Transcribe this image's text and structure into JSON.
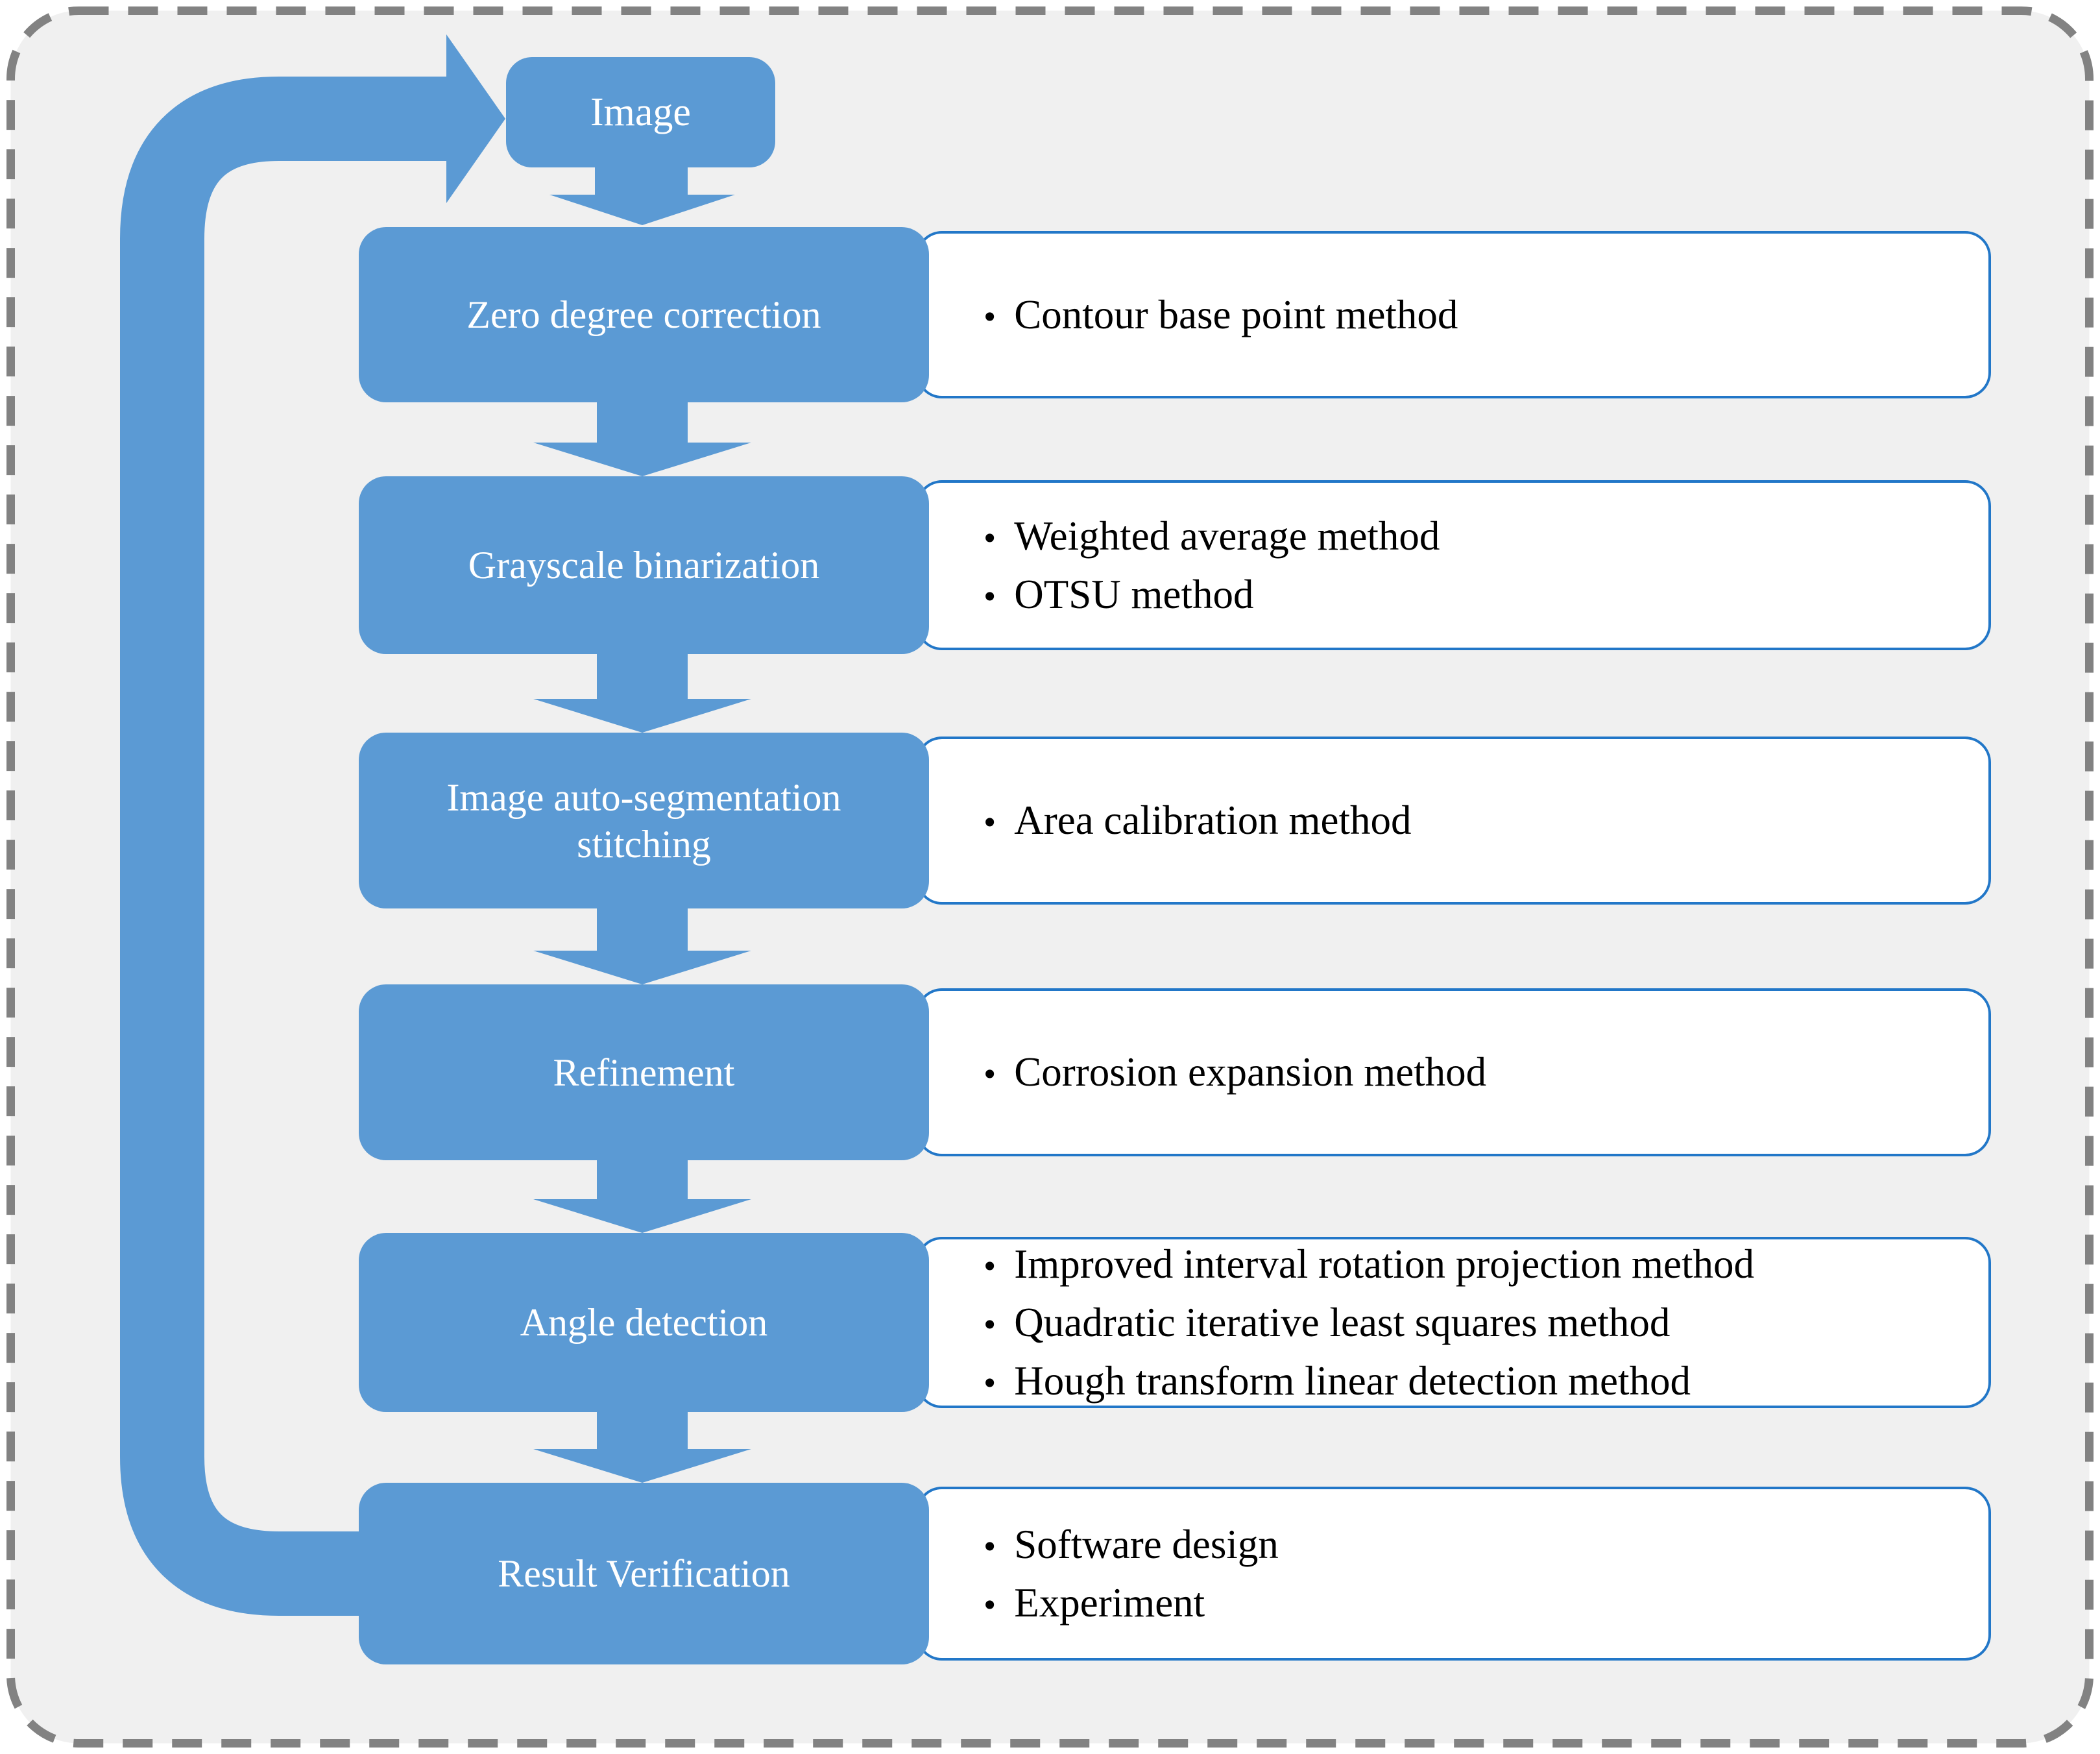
{
  "palette": {
    "accent_blue": "#5b9ad4",
    "detail_border_blue": "#2277c8",
    "frame_gray": "#828282",
    "panel_bg": "#f0f0f0",
    "label_text": "#ffffff",
    "bullet_text": "#000000"
  },
  "glyphs": {
    "bullet": "•"
  },
  "flow": {
    "start": {
      "label": "Image"
    },
    "stages": [
      {
        "label": "Zero degree correction",
        "bullets": [
          "Contour base point method"
        ]
      },
      {
        "label": "Grayscale binarization",
        "bullets": [
          "Weighted average method",
          "OTSU method"
        ]
      },
      {
        "label": "Image auto-segmentation stitching",
        "bullets": [
          "Area calibration method"
        ]
      },
      {
        "label": "Refinement",
        "bullets": [
          "Corrosion expansion method"
        ]
      },
      {
        "label": "Angle detection",
        "bullets": [
          "Improved interval rotation projection method",
          "Quadratic iterative least squares method",
          "Hough transform linear detection method"
        ]
      },
      {
        "label": "Result Verification",
        "bullets": [
          "Software design",
          "Experiment"
        ]
      }
    ]
  }
}
